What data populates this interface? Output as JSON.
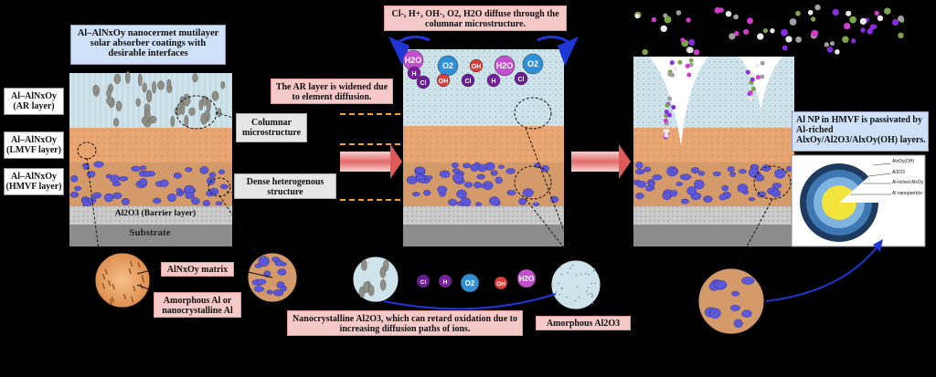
{
  "title_box": "Al–AlNxOy nanocermet mutilayer solar absorber coatings with desirable interfaces",
  "layers": {
    "ar": "Al–AlNxOy (AR layer)",
    "lmvf": "Al–AlNxOy (LMVF layer)",
    "hmvf": "Al–AlNxOy (HMVF layer)",
    "barrier": "Al2O3 (Barrier layer)",
    "substrate": "Substrate"
  },
  "callouts": {
    "columnar": "Columnar microstructure",
    "dense": "Dense heterogenous structure",
    "matrix": "AlNxOy matrix",
    "amorphous_al": "Amorphous Al or nanocrystalline Al",
    "diffuse": "Cl-, H+, OH-, O2, H2O diffuse through the columnar microstructure.",
    "ar_widened": "The AR layer is widened due to element diffusion.",
    "nanocrystalline": "Nanocrystalline Al2O3, which can retard oxidation due to increasing diffusion paths of ions.",
    "amorphous_al2o3": "Amorphous Al2O3",
    "passivated": "Al NP in HMVF is passivated by Al-riched AlxOy/Al2O3/AlxOy(OH) layers."
  },
  "ions": [
    "H2O",
    "H",
    "O2",
    "OH",
    "H2O",
    "O2",
    "Cl",
    "OH",
    "Cl",
    "H",
    "Cl"
  ],
  "legend_ions": [
    "Cl",
    "H",
    "O2",
    "OH",
    "H2O"
  ],
  "np_legend": [
    "AlxOy(OH)",
    "Al2O3",
    "Al-riched AlxOy",
    "Al nanoparticle"
  ],
  "colors": {
    "ar": "#cfe3ea",
    "lmvf": "#e9a571",
    "hmvf": "#9fb0d8",
    "barrier": "#bdbdbd",
    "substrate": "#8c8c8c",
    "particle": "#5b57d6"
  }
}
